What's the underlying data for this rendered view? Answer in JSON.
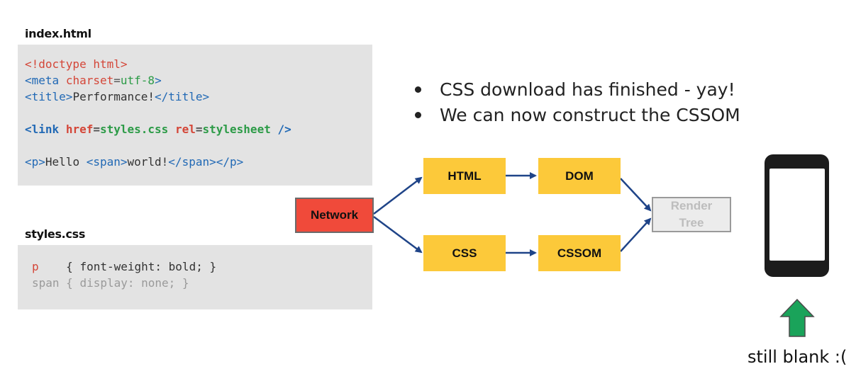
{
  "index_file": {
    "title": "index.html",
    "line1": {
      "doctype": "<!doctype html>"
    },
    "line2": {
      "open": "<meta",
      "attr": "charset",
      "eq": "=",
      "val": "utf-8",
      "close": ">"
    },
    "line3": {
      "open": "<title>",
      "text": "Performance!",
      "close": "</title>"
    },
    "line4": {
      "open": "<link",
      "attr1": "href",
      "eq1": "=",
      "val1": "styles.css",
      "attr2": "rel",
      "eq2": "=",
      "val2": "stylesheet",
      "close": "/>"
    },
    "line5": {
      "p_open": "<p>",
      "text1": "Hello ",
      "span_open": "<span>",
      "text2": "world!",
      "span_close": "</span>",
      "p_close": "</p>"
    }
  },
  "css_file": {
    "title": "styles.css",
    "rule1": {
      "selector": "p",
      "body": "{ font-weight: bold; }"
    },
    "rule2": {
      "selector": "span",
      "body": "{ display: none; }"
    }
  },
  "bullets": [
    "CSS download has finished - yay!",
    "We can now construct the CSSOM"
  ],
  "nodes": {
    "network": "Network",
    "html": "HTML",
    "dom": "DOM",
    "css": "CSS",
    "cssom": "CSSOM",
    "render_tree_line1": "Render",
    "render_tree_line2": "Tree"
  },
  "caption": "still blank :(",
  "colors": {
    "node_yellow": "#fcc93a",
    "node_red": "#f04a3a",
    "arrow_blue": "#1f4488",
    "up_arrow_green": "#1aa35a",
    "code_bg": "#e3e3e3"
  }
}
